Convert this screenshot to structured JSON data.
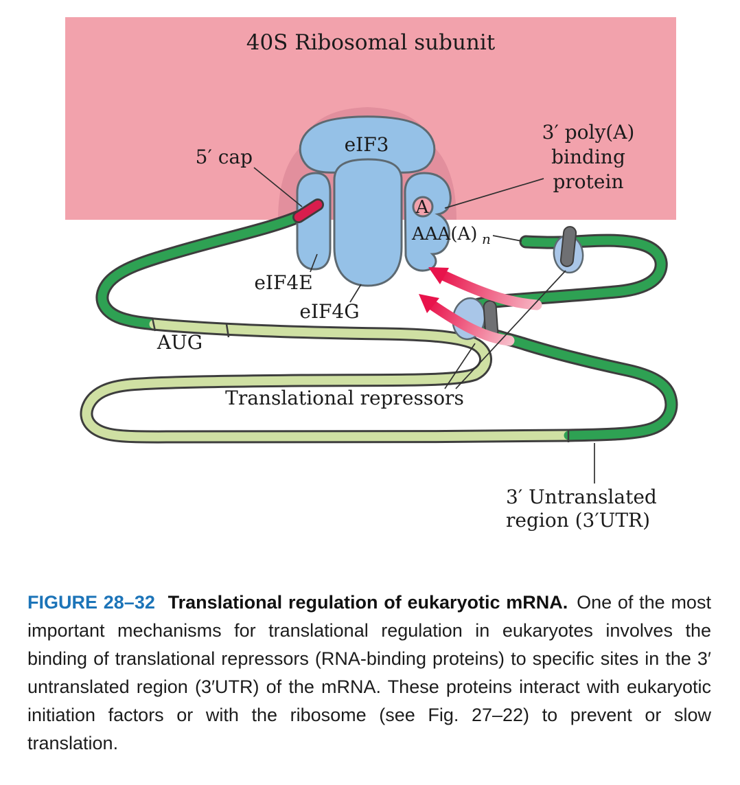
{
  "figure": {
    "title": "40S Ribosomal subunit",
    "labels": {
      "five_cap": "5′ cap",
      "eif3": "eIF3",
      "pabp1": "3′ poly(A)",
      "pabp2": "binding",
      "pabp3": "protein",
      "poly_a_first": "A",
      "poly_a_tail": "AAA(A)",
      "poly_a_sub": "n",
      "eif4e": "eIF4E",
      "eif4g": "eIF4G",
      "aug": "AUG",
      "repressors": "Translational repressors",
      "utr1": "3′ Untranslated",
      "utr2": "region (3′UTR)"
    },
    "colors": {
      "ribosome_pink": "#f2a2ac",
      "ribosome_pink_dark": "#e28f9d",
      "factor_blue": "#95c1e7",
      "repressor_blue": "#a9c6e8",
      "repressor_gray": "#6f7073",
      "mrna_dark_green": "#2ea153",
      "mrna_light_green": "#cfe0a3",
      "cap_red": "#d81d4d",
      "arrow_red": "#e8134b",
      "outline_dark": "#3d3d3d"
    }
  },
  "caption": {
    "figure_label": "FIGURE 28–32",
    "bold_title": "Translational regulation of eukaryotic mRNA.",
    "body": "One of the most important mechanisms for translational regulation in eukaryotes involves the binding of translational repressors (RNA-binding proteins) to specific sites in the 3′ untranslated region (3′UTR) of the mRNA. These proteins interact with eukaryotic initiation factors or with the ribosome (see Fig. 27–22) to prevent or slow translation."
  }
}
